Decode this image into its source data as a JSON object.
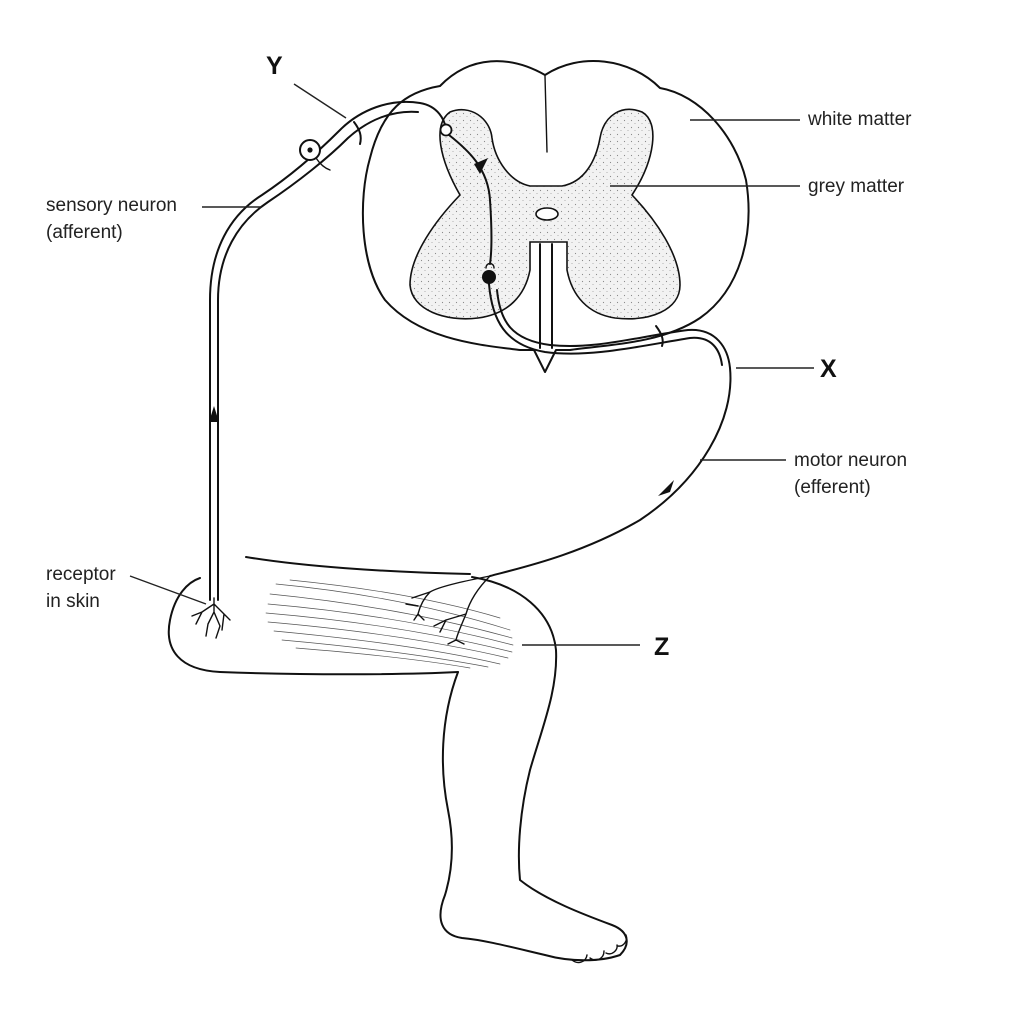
{
  "labels": {
    "y": "Y",
    "x": "X",
    "z": "Z",
    "white_matter": "white matter",
    "grey_matter": "grey matter",
    "sensory_neuron_line1": "sensory neuron",
    "sensory_neuron_line2": "(afferent)",
    "motor_neuron_line1": "motor neuron",
    "motor_neuron_line2": "(efferent)",
    "receptor_line1": "receptor",
    "receptor_line2": "in skin"
  },
  "colors": {
    "ink": "#111111",
    "grey_matter_fill": "#ececec",
    "background": "#ffffff"
  }
}
